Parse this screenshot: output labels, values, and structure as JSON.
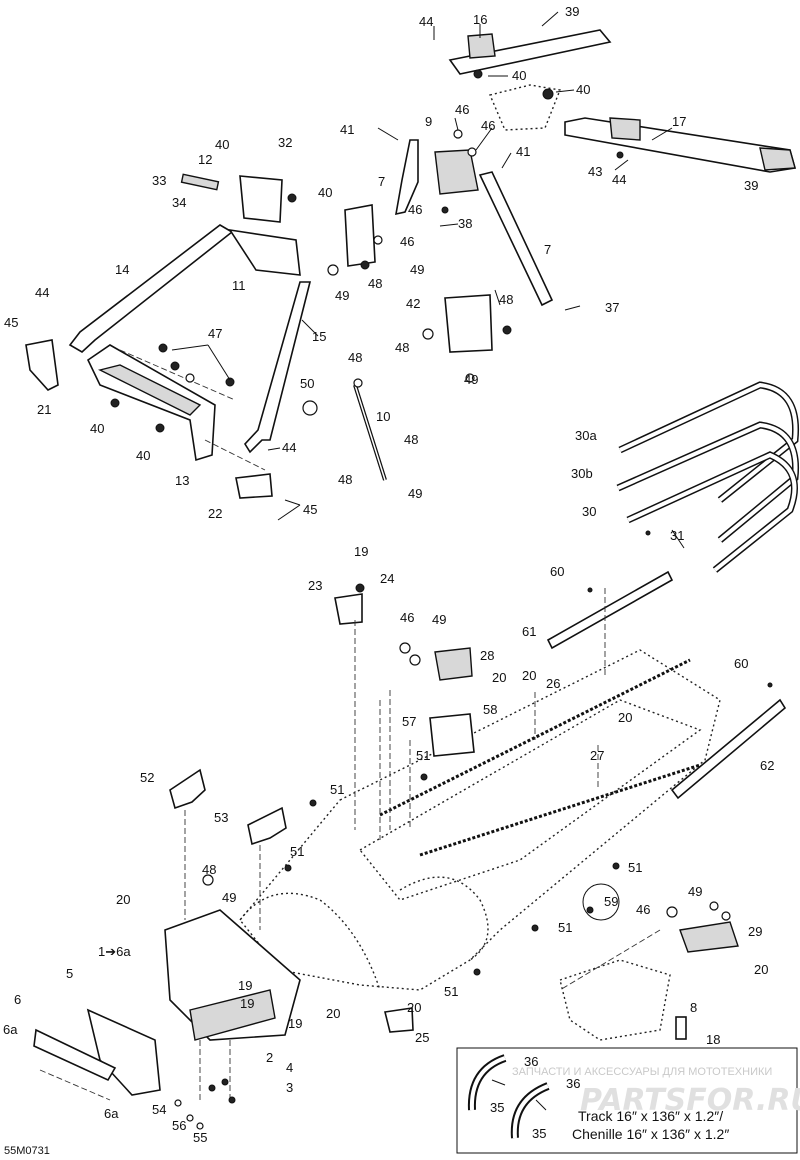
{
  "diagram_code": "55M0731",
  "watermark": {
    "subtitle": "ЗАПЧАСТИ И АКСЕССУАРЫ ДЛЯ МОТОТЕХНИКИ",
    "main": "PARTSFOR.RU"
  },
  "track_note": {
    "line1": "Track 16″ x 136″ x 1.2″/",
    "line2": "Chenille 16″ x 136″ x 1.2″"
  },
  "labels": {
    "l1": "1",
    "l2": "2",
    "l3": "3",
    "l4": "4",
    "l5": "5",
    "l6": "6",
    "l6a": "6a",
    "l7": "7",
    "l8": "8",
    "l9": "9",
    "l10": "10",
    "l11": "11",
    "l12": "12",
    "l13": "13",
    "l14": "14",
    "l15": "15",
    "l16": "16",
    "l17": "17",
    "l18": "18",
    "l19": "19",
    "l20": "20",
    "l21": "21",
    "l22": "22",
    "l23": "23",
    "l24": "24",
    "l25": "25",
    "l26": "26",
    "l27": "27",
    "l28": "28",
    "l29": "29",
    "l30": "30",
    "l30a": "30a",
    "l30b": "30b",
    "l31": "31",
    "l32": "32",
    "l33": "33",
    "l34": "34",
    "l35": "35",
    "l36": "36",
    "l37": "37",
    "l38": "38",
    "l39": "39",
    "l40": "40",
    "l41": "41",
    "l42": "42",
    "l43": "43",
    "l44": "44",
    "l45": "45",
    "l46": "46",
    "l47": "47",
    "l48": "48",
    "l49": "49",
    "l50": "50",
    "l51": "51",
    "l52": "52",
    "l53": "53",
    "l54": "54",
    "l55": "55",
    "l56": "56",
    "l57": "57",
    "l58": "58",
    "l59": "59",
    "l60": "60",
    "l61": "61",
    "l62": "62",
    "arrow_1_6a": "1➔6a"
  }
}
